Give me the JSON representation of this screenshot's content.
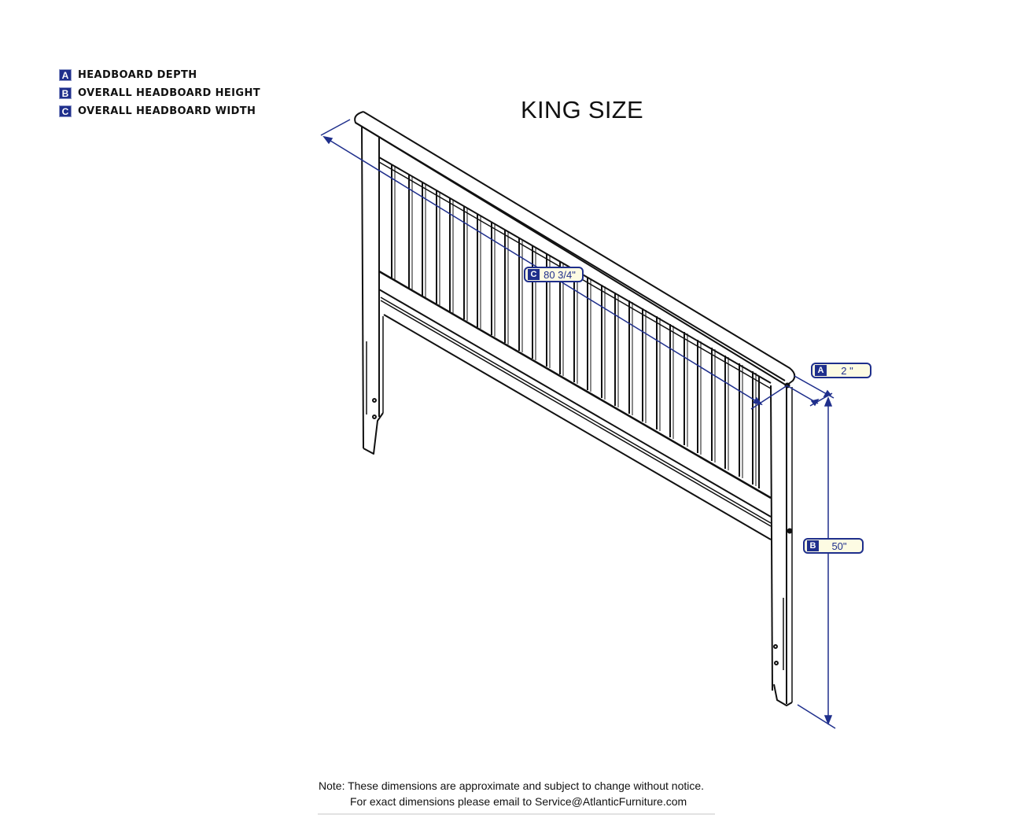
{
  "title": "KING SIZE",
  "legend": [
    {
      "letter": "A",
      "label": "HEADBOARD DEPTH"
    },
    {
      "letter": "B",
      "label": "OVERALL HEADBOARD HEIGHT"
    },
    {
      "letter": "C",
      "label": "OVERALL HEADBOARD WIDTH"
    }
  ],
  "dimensions": {
    "A": {
      "letter": "A",
      "value": "2 \""
    },
    "B": {
      "letter": "B",
      "value": "50\""
    },
    "C": {
      "letter": "C",
      "value": "80 3/4\""
    }
  },
  "note": {
    "line1": "Note:  These dimensions are approximate and subject to change without notice.",
    "line2": "For exact dimensions please email to Service@AtlanticFurniture.com"
  },
  "colors": {
    "dimension_line": "#1f2f8c",
    "badge_bg": "#1f2f8c",
    "callout_bg": "#fdfbe3",
    "drawing_line": "#111111"
  }
}
